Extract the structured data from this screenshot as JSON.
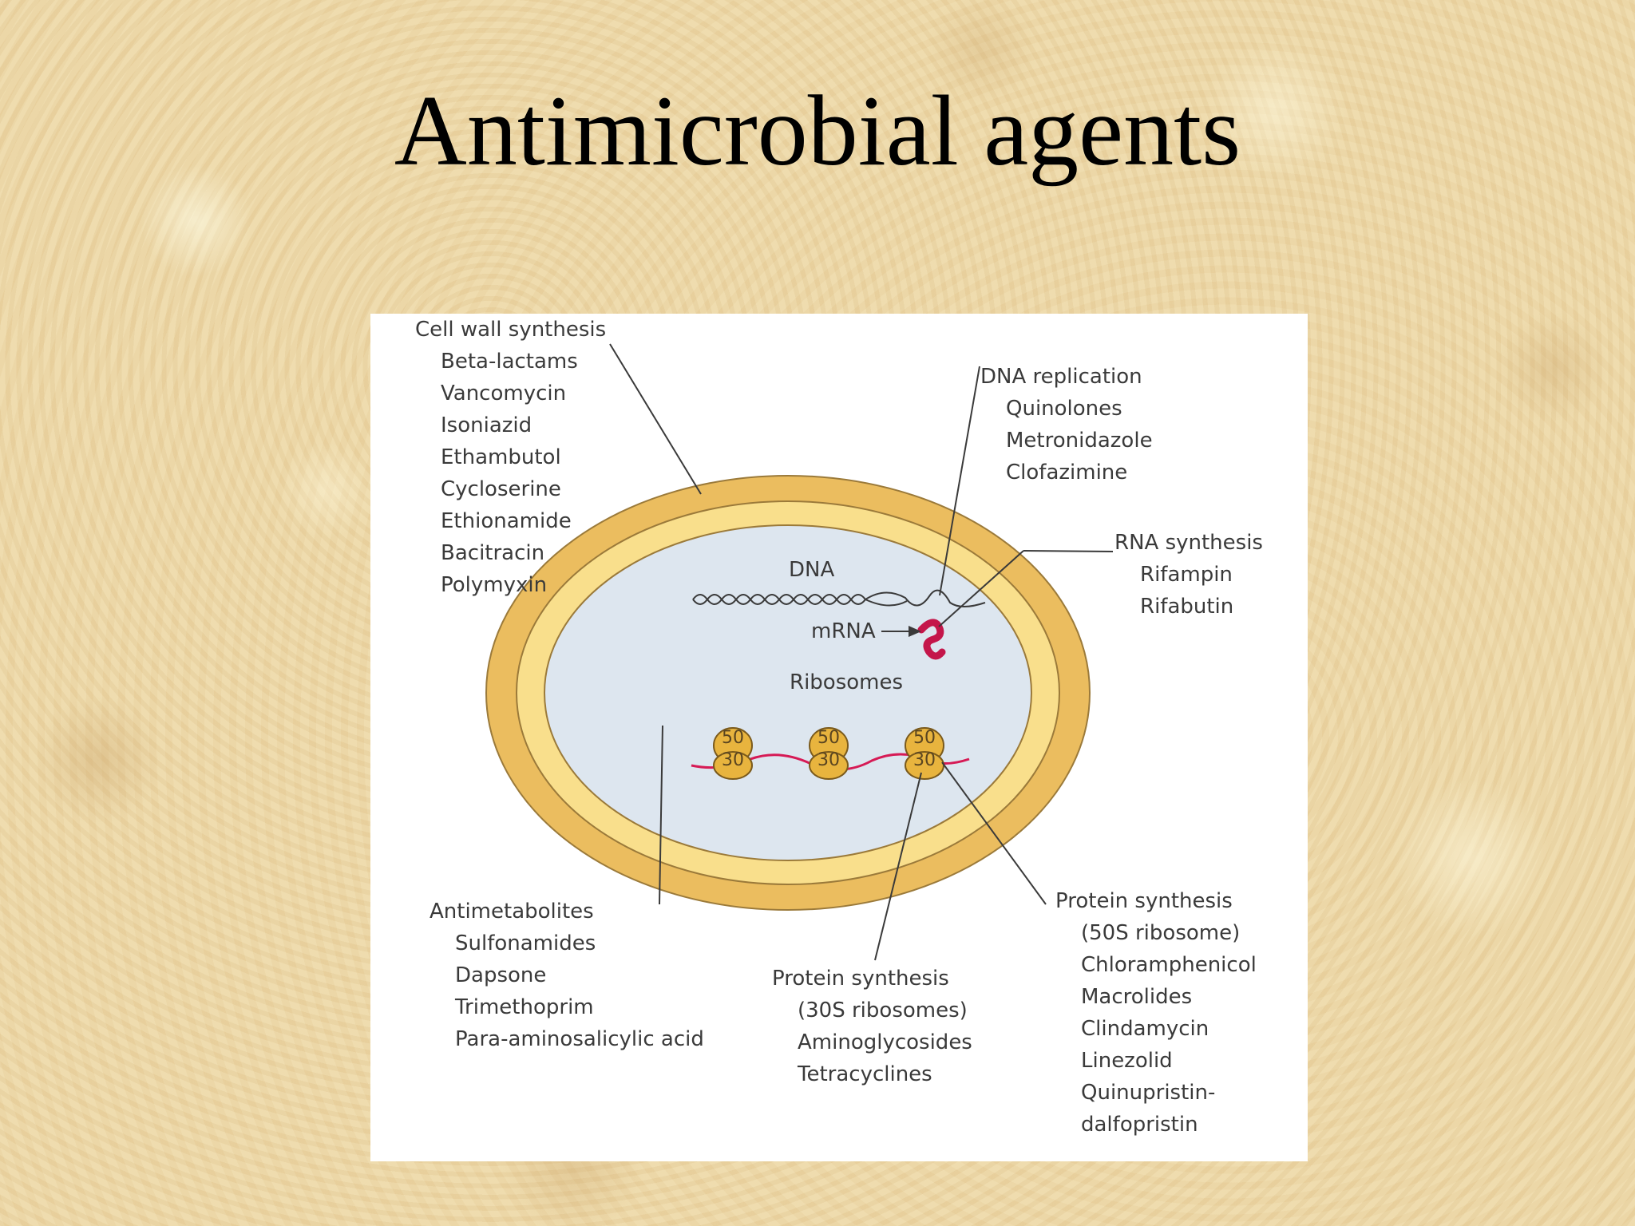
{
  "title": "Antimicrobial agents",
  "diagram": {
    "cell_labels": {
      "dna": "DNA",
      "mrna": "mRNA",
      "ribosomes": "Ribosomes"
    },
    "ribosomes": [
      {
        "large": "50",
        "small": "30"
      },
      {
        "large": "50",
        "small": "30"
      },
      {
        "large": "50",
        "small": "30"
      }
    ],
    "groups": {
      "cell_wall": {
        "heading": "Cell wall synthesis",
        "items": [
          "Beta-lactams",
          "Vancomycin",
          "Isoniazid",
          "Ethambutol",
          "Cycloserine",
          "Ethionamide",
          "Bacitracin",
          "Polymyxin"
        ]
      },
      "dna_replication": {
        "heading": "DNA replication",
        "items": [
          "Quinolones",
          "Metronidazole",
          "Clofazimine"
        ]
      },
      "rna_synthesis": {
        "heading": "RNA synthesis",
        "items": [
          "Rifampin",
          "Rifabutin"
        ]
      },
      "antimetabolites": {
        "heading": "Antimetabolites",
        "items": [
          "Sulfonamides",
          "Dapsone",
          "Trimethoprim",
          "Para-aminosalicylic acid"
        ]
      },
      "protein_30s": {
        "heading": "Protein synthesis",
        "items": [
          "(30S ribosomes)",
          "Aminoglycosides",
          "Tetracyclines"
        ]
      },
      "protein_50s": {
        "heading": "Protein synthesis",
        "items": [
          "(50S ribosome)",
          "Chloramphenicol",
          "Macrolides",
          "Clindamycin",
          "Linezolid",
          "Quinupristin-",
          "dalfopristin"
        ]
      }
    },
    "colors": {
      "outer_wall": "#ebbd5f",
      "inner_membrane": "#f9df8c",
      "cytoplasm": "#dde6ef",
      "mrna": "#c4164a",
      "ribosome": "#e8b43e"
    }
  }
}
